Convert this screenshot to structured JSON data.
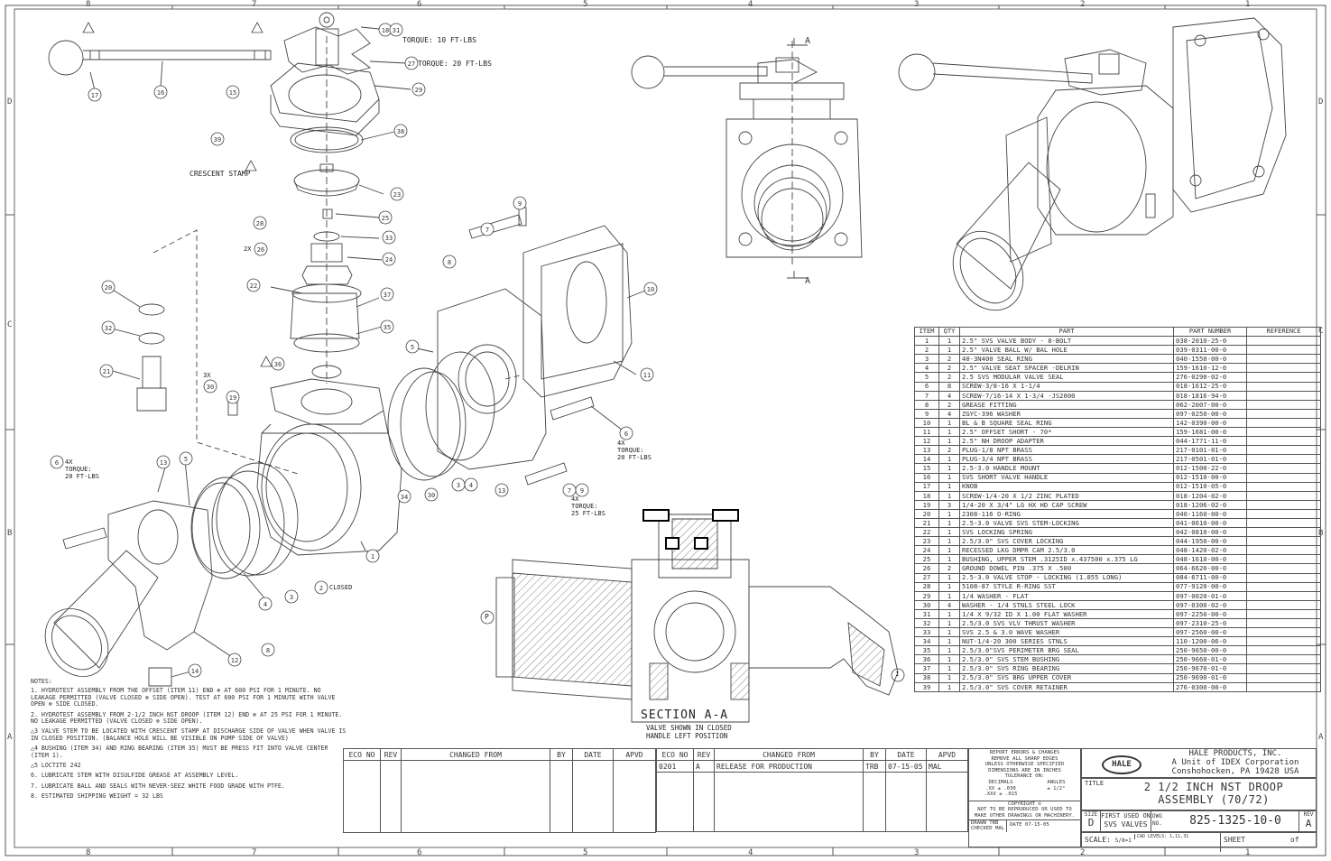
{
  "zones": {
    "top": [
      "8",
      "7",
      "6",
      "5",
      "4",
      "3",
      "2",
      "1"
    ],
    "bottom": [
      "8",
      "7",
      "6",
      "5",
      "4",
      "3",
      "2",
      "1"
    ],
    "left": [
      "D",
      "C",
      "B",
      "A"
    ],
    "right": [
      "D",
      "C",
      "B",
      "A"
    ]
  },
  "callouts": {
    "torque_10": "TORQUE: 10 FT-LBS",
    "torque_20": "TORQUE: 20 FT-LBS",
    "crescent": "CRESCENT STAMP",
    "two_x": "2X",
    "three_x": "3X",
    "four_x_a": "4X",
    "torque_20_a": "TORQUE:",
    "torque_20_b": "20 FT-LBS",
    "four_x_b": "4X",
    "torque_20_c": "TORQUE:",
    "torque_20_d": "20 FT-LBS",
    "four_x_c": "4X",
    "torque_25": "TORQUE:",
    "torque_25_b": "25 FT-LBS",
    "closed": "CLOSED",
    "section_a": "A",
    "section_title": "SECTION A-A",
    "section_sub1": "VALVE SHOWN IN CLOSED",
    "section_sub2": "HANDLE LEFT POSITION",
    "p_label": "P",
    "item_1": "1"
  },
  "parts_list": {
    "headers": [
      "ITEM",
      "QTY",
      "PART",
      "PART NUMBER",
      "REFERENCE"
    ],
    "rows": [
      [
        "1",
        "1",
        "2.5\" SVS VALVE BODY - 8-BOLT",
        "038-2010-25-0",
        ""
      ],
      [
        "2",
        "1",
        "2.5\" VALVE BALL W/ BAL HOLE",
        "039-0311-00-0",
        ""
      ],
      [
        "3",
        "2",
        "40-3N400 SEAL RING",
        "040-1550-00-0",
        ""
      ],
      [
        "4",
        "2",
        "2.5\" VALVE SEAT SPACER -DELRIN",
        "159-1610-12-0",
        ""
      ],
      [
        "5",
        "2",
        "2.5 SVS MODULAR VALVE SEAL",
        "276-0290-02-0",
        ""
      ],
      [
        "6",
        "8",
        "SCREW-3/8-16 X 1-1/4",
        "018-1612-25-0",
        ""
      ],
      [
        "7",
        "4",
        "SCREW-7/16-14 X 1-3/4 -JS2000",
        "018-1816-94-0",
        ""
      ],
      [
        "8",
        "2",
        "GREASE FITTING",
        "062-2007-00-0",
        ""
      ],
      [
        "9",
        "4",
        "ZGYC-396 WASHER",
        "097-0250-00-0",
        ""
      ],
      [
        "10",
        "1",
        "BL & B SQUARE SEAL RING",
        "142-0390-00-0",
        ""
      ],
      [
        "11",
        "1",
        "2.5\" OFFSET SHORT - 70*",
        "159-1681-00-0",
        ""
      ],
      [
        "12",
        "1",
        "2.5\" NH DROOP ADAPTER",
        "044-1771-11-0",
        ""
      ],
      [
        "13",
        "2",
        "PLUG-1/8 NPT BRASS",
        "217-0101-01-0",
        ""
      ],
      [
        "14",
        "1",
        "PLUG-3/4 NPT BRASS",
        "217-0501-01-0",
        ""
      ],
      [
        "15",
        "1",
        "2.5-3.0 HANDLE MOUNT",
        "012-1500-22-0",
        ""
      ],
      [
        "16",
        "1",
        "SVS SHORT VALVE HANDLE",
        "012-1510-00-0",
        ""
      ],
      [
        "17",
        "1",
        "KNOB",
        "012-1510-05-0",
        ""
      ],
      [
        "18",
        "1",
        "SCREW-1/4-20 X 1/2 ZINC PLATED",
        "018-1204-02-0",
        ""
      ],
      [
        "19",
        "3",
        "1/4-20 X 3/4\" LG HX HD CAP SCREW",
        "018-1206-02-0",
        ""
      ],
      [
        "20",
        "1",
        "2308-116 O-RING",
        "040-1160-00-0",
        ""
      ],
      [
        "21",
        "1",
        "2.5-3.0 VALVE SVS STEM-LOCKING",
        "041-0610-00-0",
        ""
      ],
      [
        "22",
        "1",
        "SVS LOCKING SPRING",
        "042-0810-00-0",
        ""
      ],
      [
        "23",
        "1",
        "2.5/3.0\" SVS COVER LOCKING",
        "044-1950-00-0",
        ""
      ],
      [
        "24",
        "1",
        "RECESSED LKG DMPR CAM 2.5/3.0",
        "048-1420-02-0",
        ""
      ],
      [
        "25",
        "1",
        "BUSHING, UPPER STEM .3125ID x.437500 x.375 LG",
        "048-1610-00-0",
        ""
      ],
      [
        "26",
        "2",
        "GROUND DOWEL PIN .375 X .500",
        "064-6620-00-0",
        ""
      ],
      [
        "27",
        "1",
        "2.5-3.0 VALVE STOP - LOCKING (1.855 LONG)",
        "084-6711-00-0",
        ""
      ],
      [
        "28",
        "1",
        "5108-87 STYLE R-RING SST",
        "077-9120-00-0",
        ""
      ],
      [
        "29",
        "1",
        "1/4 WASHER - FLAT",
        "097-0020-01-0",
        ""
      ],
      [
        "30",
        "4",
        "WASHER - 1/4 STNLS STEEL LOCK",
        "097-0300-02-0",
        ""
      ],
      [
        "31",
        "1",
        "1/4 X 9/32 ID X 1.00 FLAT WASHER",
        "097-2250-00-0",
        ""
      ],
      [
        "32",
        "1",
        "2.5/3.0 SVS VLV THRUST WASHER",
        "097-2310-25-0",
        ""
      ],
      [
        "33",
        "1",
        "SVS 2.5 & 3.0 WAVE WASHER",
        "097-2560-00-0",
        ""
      ],
      [
        "34",
        "1",
        "NUT-1/4-20 300 SERIES STNLS",
        "110-1200-06-0",
        ""
      ],
      [
        "35",
        "1",
        "2.5/3.0\"SVS PERIMETER BRG SEAL",
        "250-9650-00-0",
        ""
      ],
      [
        "36",
        "1",
        "2.5/3.0\" SVS STEM BUSHING",
        "250-9660-01-0",
        ""
      ],
      [
        "37",
        "1",
        "2.5/3.0\" SVS RING BEARING",
        "250-9670-01-0",
        ""
      ],
      [
        "38",
        "1",
        "2.5/3.0\" SVS BRG UPPER COVER",
        "250-9690-01-0",
        ""
      ],
      [
        "39",
        "1",
        "2.5/3.0\" SVS COVER RETAINER",
        "276-0300-00-0",
        ""
      ]
    ]
  },
  "notes": {
    "heading": "NOTES:",
    "items": [
      "1. HYDROTEST ASSEMBLY FROM THE OFFSET (ITEM 11) END ⊗ AT 600 PSI FOR 1 MINUTE. NO LEAKAGE PERMITTED (VALVE CLOSED ⊗ SIDE OPEN). TEST AT 600 PSI FOR 1 MINUTE WITH VALVE OPEN ⊗ SIDE CLOSED.",
      "2. HYDROTEST ASSEMBLY FROM 2-1/2 INCH NST DROOP (ITEM 12) END ⊗ AT 25 PSI FOR 1 MINUTE. NO LEAKAGE PERMITTED (VALVE CLOSED ⊗ SIDE OPEN).",
      "△3 VALVE STEM TO BE LOCATED WITH CRESCENT STAMP AT DISCHARGE SIDE OF VALVE WHEN VALVE IS IN CLOSED POSITION. (BALANCE HOLE WILL BE VISIBLE ON PUMP SIDE OF VALVE)",
      "△4 BUSHING (ITEM 34) AND RING BEARING (ITEM 35) MUST BE PRESS FIT INTO VALVE CENTER (ITEM 1).",
      "△5 LOCTITE 242",
      "6. LUBRICATE STEM WITH DISULFIDE GREASE AT ASSEMBLY LEVEL.",
      "7. LUBRICATE BALL AND SEALS WITH NEVER-SEEZ WHITE FOOD GRADE WITH PTFE.",
      "8. ESTIMATED SHIPPING WEIGHT = 32 LBS"
    ]
  },
  "eco_left": {
    "headers": [
      "ECO NO",
      "REV",
      "CHANGED FROM",
      "BY",
      "DATE",
      "APVD"
    ]
  },
  "eco_right": {
    "headers": [
      "ECO NO",
      "REV",
      "CHANGED FROM",
      "BY",
      "DATE",
      "APVD"
    ],
    "row": [
      "0201",
      "A",
      "RELEASE FOR PRODUCTION",
      "TRB",
      "07-15-05",
      "MAL"
    ]
  },
  "tolerance": {
    "l1": "REPORT ERRORS & CHANGES",
    "l2": "REMOVE ALL SHARP EDGES",
    "l3": "UNLESS OTHERWISE SPECIFIED",
    "l4": "DIMENSIONS ARE IN INCHES",
    "l5": "TOLERANCE ON:",
    "dec": "DECIMALS",
    "ang": "ANGLES",
    "d1": ".XX ± .030",
    "d2": ".XXX ± .015",
    "a1": "± 1/2°",
    "c1": "COPYRIGHT ©",
    "c2": "NOT TO BE REPRODUCED OR USED TO",
    "c3": "MAKE OTHER DRAWINGS OR MACHINERY.",
    "drawn": "DRAWN",
    "drawn_by": "TRB",
    "checked": "CHECKED",
    "checked_by": "MAL",
    "date_label": "DATE",
    "date": "07-15-05"
  },
  "company": {
    "logo": "HALE",
    "name": "HALE PRODUCTS, INC.",
    "unit": "A Unit of IDEX Corporation",
    "city": "Conshohocken, PA 19428 USA"
  },
  "title_block": {
    "title_label": "TITLE",
    "title1": "2 1/2 INCH NST DROOP",
    "title2": "ASSEMBLY (70/72)",
    "size_label": "SIZE",
    "size": "D",
    "first_used_label": "FIRST USED ON",
    "first_used": "SVS VALVES",
    "dwg_label": "DWG NO.",
    "dwg_no": "825-1325-10-0",
    "rev_label": "REV",
    "rev": "A",
    "scale_label": "SCALE:",
    "scale": "5/8=1",
    "cad_label": "CAD LEVELS:",
    "cad": "1,11,31",
    "sheet_label": "SHEET",
    "sheet": "of"
  },
  "colors": {
    "line": "#555555",
    "paper": "#ffffff",
    "redact": "#000000"
  }
}
